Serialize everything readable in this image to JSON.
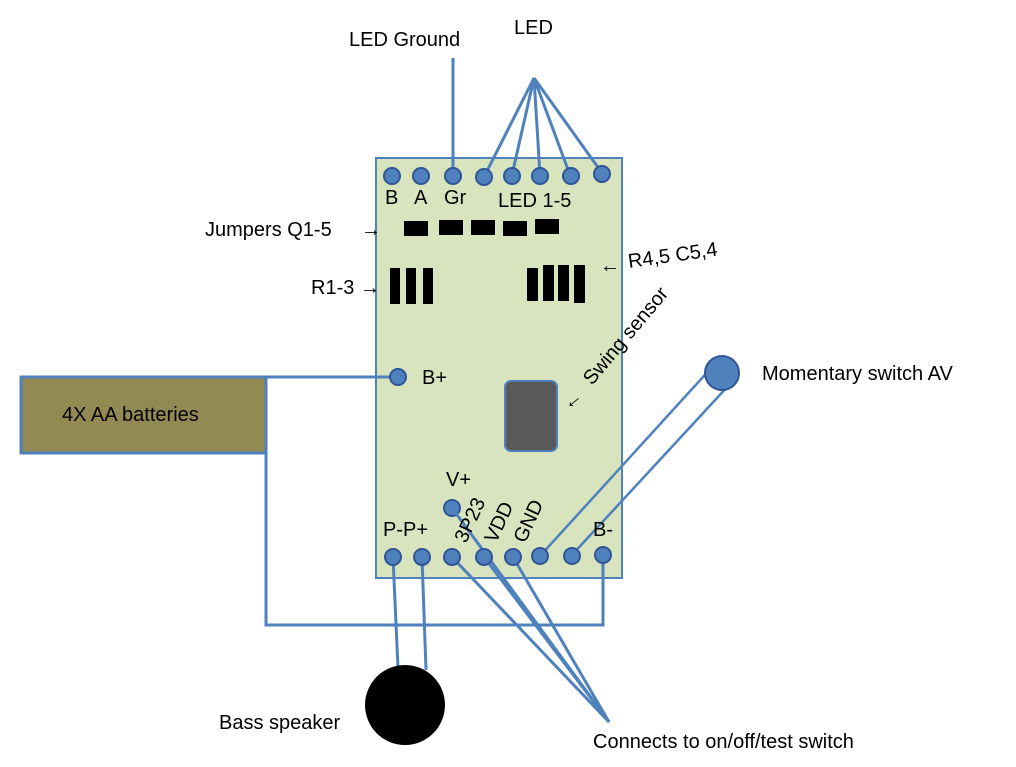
{
  "labels": {
    "led_ground": "LED Ground",
    "led": "LED",
    "pin_b": "B",
    "pin_a": "A",
    "pin_gr": "Gr",
    "led_1_5": "LED 1-5",
    "jumpers": "Jumpers Q1-5",
    "r4_5_c5_4": "R4,5  C5,4",
    "r1_3": "R1-3",
    "swing_sensor": "Swing sensor",
    "b_plus": "B+",
    "batteries": "4X AA batteries",
    "momentary_switch": "Momentary switch AV",
    "v_plus": "V+",
    "p_minus_p_plus": "P-P+",
    "p23": "3P23",
    "vdd": "VDD",
    "gnd": "GND",
    "b_minus": "B-",
    "bass_speaker": "Bass speaker",
    "connects_to_switch": "Connects to on/off/test switch",
    "arrow_right": "→",
    "arrow_left": "←"
  },
  "colors": {
    "board_fill": "#d7e4bd",
    "board_stroke": "#4f81bd",
    "battery_fill": "#938953",
    "battery_stroke": "#4f81bd",
    "wire": "#4f81bd",
    "pad": "#4f81bd",
    "sensor_fill": "#595959",
    "speaker_fill": "#000000"
  }
}
